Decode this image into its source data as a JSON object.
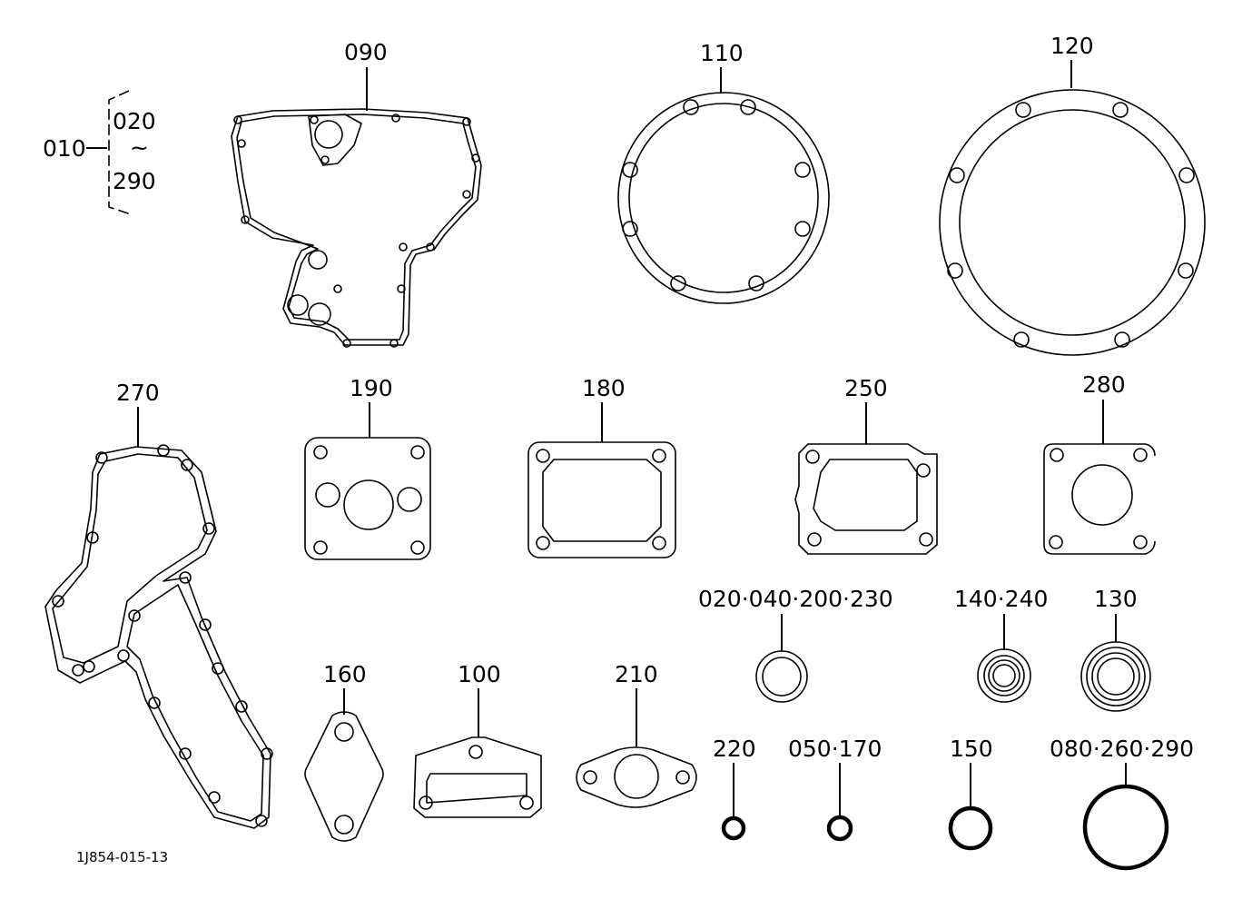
{
  "labels": {
    "p010": "010",
    "p020": "020",
    "p290_range": "290",
    "p090": "090",
    "p110": "110",
    "p120": "120",
    "p270": "270",
    "p190": "190",
    "p180": "180",
    "p250": "250",
    "p280": "280",
    "p_020_040_200_230": "020·040·200·230",
    "p_140_240": "140·240",
    "p130": "130",
    "p160": "160",
    "p100": "100",
    "p210": "210",
    "p220": "220",
    "p_050_170": "050·170",
    "p150": "150",
    "p_080_260_290": "080·260·290",
    "tilde": "~"
  },
  "drawing_code": "1J854-015-13",
  "colors": {
    "line": "#000000",
    "background": "#ffffff"
  }
}
